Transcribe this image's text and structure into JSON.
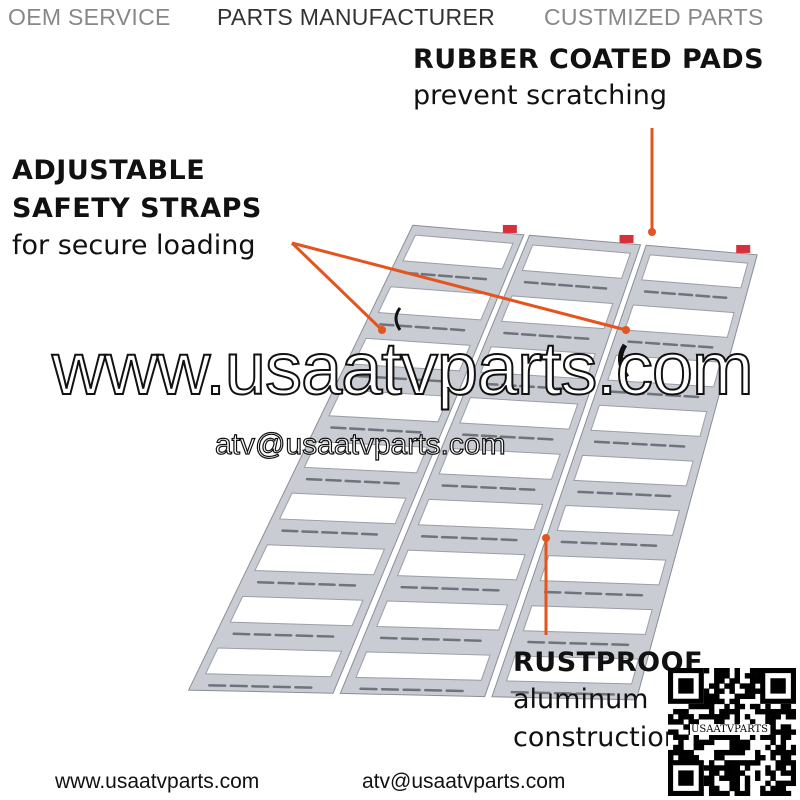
{
  "header": {
    "items": [
      "OEM SERVICE",
      "PARTS MANUFACTURER",
      "CUSTMIZED PARTS"
    ]
  },
  "callouts": {
    "pads": {
      "title": "RUBBER COATED PADS",
      "sub": "prevent scratching"
    },
    "straps": {
      "title1": "ADJUSTABLE",
      "title2": "SAFETY STRAPS",
      "sub": "for secure loading"
    },
    "rust": {
      "title": "RUSTPROOF",
      "sub1": "aluminum",
      "sub2": "construction"
    }
  },
  "watermark": {
    "url": "www.usaatvparts.com",
    "email": "atv@usaatvparts.com"
  },
  "footer": {
    "url": "www.usaatvparts.com",
    "email": "atv@usaatvparts.com"
  },
  "qr": {
    "label": "USAATVPARTS"
  },
  "colors": {
    "accent": "#e4541e",
    "pad": "#d8303a",
    "metal": "#c9ccd2"
  }
}
